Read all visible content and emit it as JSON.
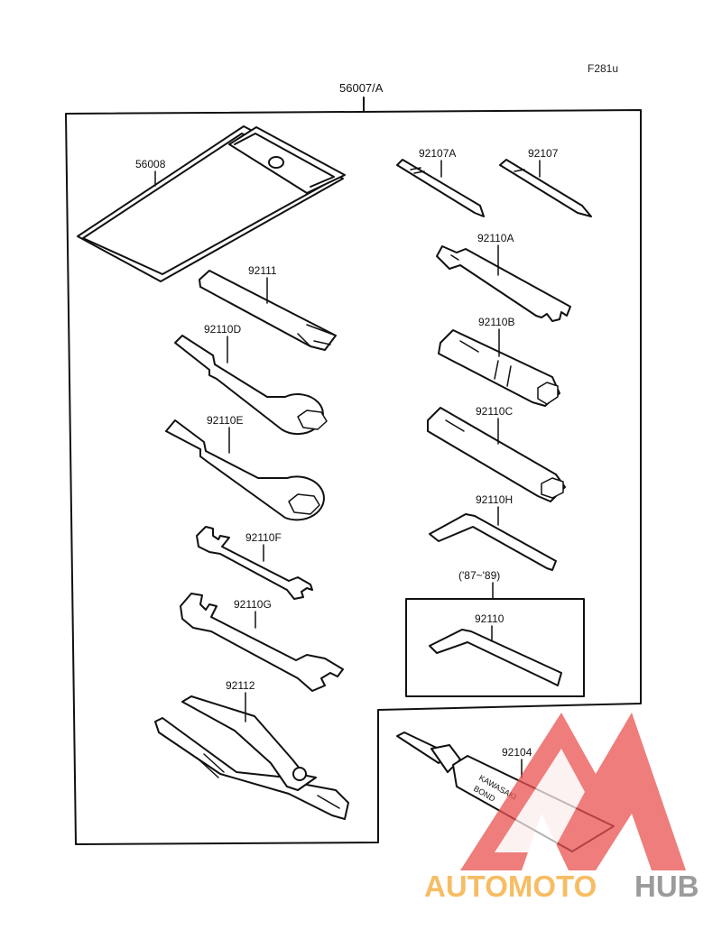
{
  "diagram": {
    "figure_code": "F281u",
    "kit_label": "56007/A",
    "years_note": "('87~'89)",
    "bond_text_1": "KAWASAKI",
    "bond_text_2": "BOND"
  },
  "parts": {
    "p56008": "56008",
    "p92107A": "92107A",
    "p92107": "92107",
    "p92110A": "92110A",
    "p92111": "92111",
    "p92110B": "92110B",
    "p92110D": "92110D",
    "p92110E": "92110E",
    "p92110C": "92110C",
    "p92110H": "92110H",
    "p92110F": "92110F",
    "p92110G": "92110G",
    "p92110": "92110",
    "p92112": "92112",
    "p92104": "92104"
  },
  "watermark": {
    "brand_part1": "AUTOMOTO",
    "brand_part2": "HUB",
    "color_orange": "#f5b24a",
    "color_red": "#e9524f",
    "color_gray": "#8a8a8a"
  }
}
